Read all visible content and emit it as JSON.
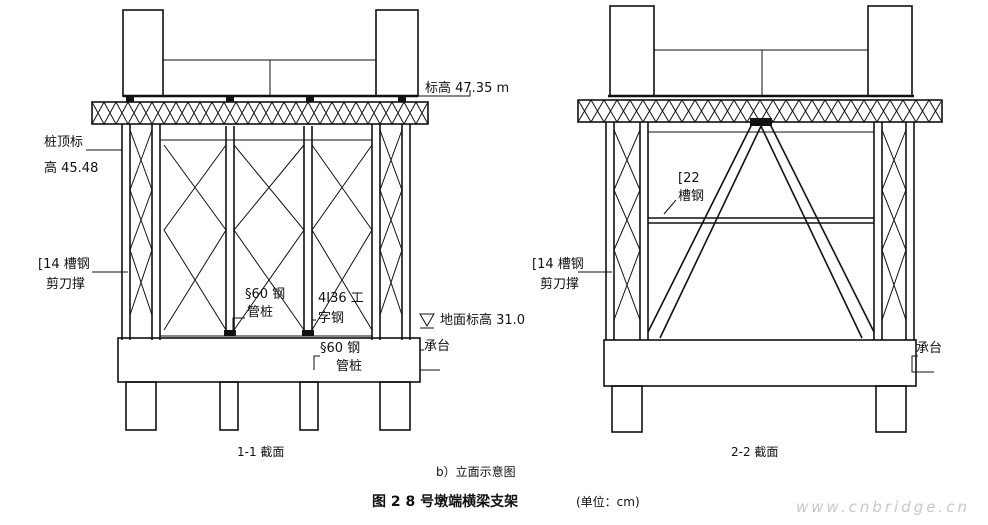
{
  "section_1": {
    "title": "1-1 截面",
    "top_elevation": "标高 47.35 m",
    "pile_top_elevation_line1": "桩顶标",
    "pile_top_elevation_line2": "高 45.48",
    "brace_line1": "[14 槽钢",
    "brace_line2": "剪刀撑",
    "steel_pile_a_line1": "§60 钢",
    "steel_pile_a_line2": "管桩",
    "ibeam_line1": "4I36 工",
    "ibeam_line2": "字钢",
    "steel_pile_b_line1": "§60 钢",
    "steel_pile_b_line2": "管桩",
    "ground_elevation": "地面标高 31.0",
    "pile_cap": "承台"
  },
  "section_2": {
    "title": "2-2 截面",
    "channel_line1": "[22",
    "channel_line2": "槽钢",
    "brace_line1": "[14 槽钢",
    "brace_line2": "剪刀撑",
    "pile_cap": "承台"
  },
  "subcaption": "b）立面示意图",
  "figure_caption": "图 2   8 号墩端横梁支架",
  "figure_caption_unit": "(单位：cm)",
  "watermark": "www.cnbridge.cn"
}
